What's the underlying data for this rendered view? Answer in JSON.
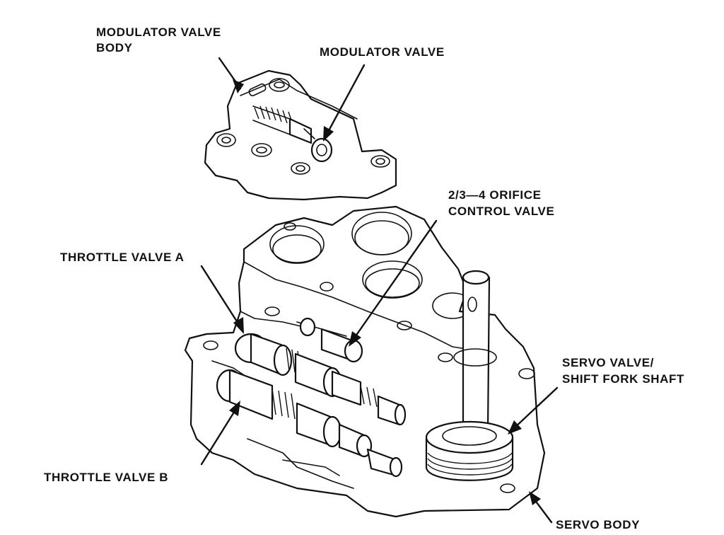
{
  "labels": {
    "modulator_valve_body_line1": "MODULATOR VALVE",
    "modulator_valve_body_line2": "BODY",
    "modulator_valve": "MODULATOR VALVE",
    "orifice_line1": "2/3—4 ORIFICE",
    "orifice_line2": "CONTROL VALVE",
    "throttle_valve_a": "THROTTLE VALVE A",
    "servo_valve_line1": "SERVO VALVE/",
    "servo_valve_line2": "SHIFT FORK SHAFT",
    "throttle_valve_b": "THROTTLE VALVE B",
    "servo_body": "SERVO BODY"
  }
}
